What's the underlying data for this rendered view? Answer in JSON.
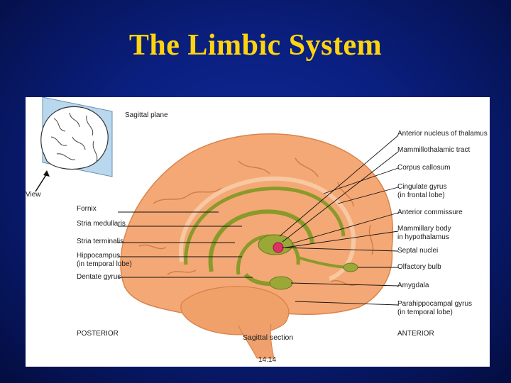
{
  "slide": {
    "title": "The Limbic System"
  },
  "figure": {
    "inset": {
      "plane_label": "Sagittal plane",
      "view_label": "View"
    },
    "left_labels": [
      {
        "text": "Fornix"
      },
      {
        "text": "Stria medullaris"
      },
      {
        "text": "Stria terminalis"
      },
      {
        "text": "Hippocampus",
        "sub": "(in temporal lobe)"
      },
      {
        "text": "Dentate gyrus"
      }
    ],
    "right_labels": [
      {
        "text": "Anterior nucleus of thalamus"
      },
      {
        "text": "Mammillothalamic tract"
      },
      {
        "text": "Corpus callosum"
      },
      {
        "text": "Cingulate gyrus",
        "sub": "(in frontal lobe)"
      },
      {
        "text": "Anterior commissure"
      },
      {
        "text": "Mammillary body",
        "sub": "in hypothalamus"
      },
      {
        "text": "Septal nuclei"
      },
      {
        "text": "Olfactory bulb"
      },
      {
        "text": "Amygdala"
      },
      {
        "text": "Parahippocampal gyrus",
        "sub": "(in temporal lobe)"
      }
    ],
    "orientation": {
      "posterior": "POSTERIOR",
      "anterior": "ANTERIOR"
    },
    "section_caption": "Sagittal section",
    "figure_number": "14.14",
    "colors": {
      "brain": "#f4a875",
      "limbic": "#8a9a2a",
      "pink": "#e0306a",
      "background": "#0a1f7f",
      "title": "#ffd40f"
    }
  }
}
